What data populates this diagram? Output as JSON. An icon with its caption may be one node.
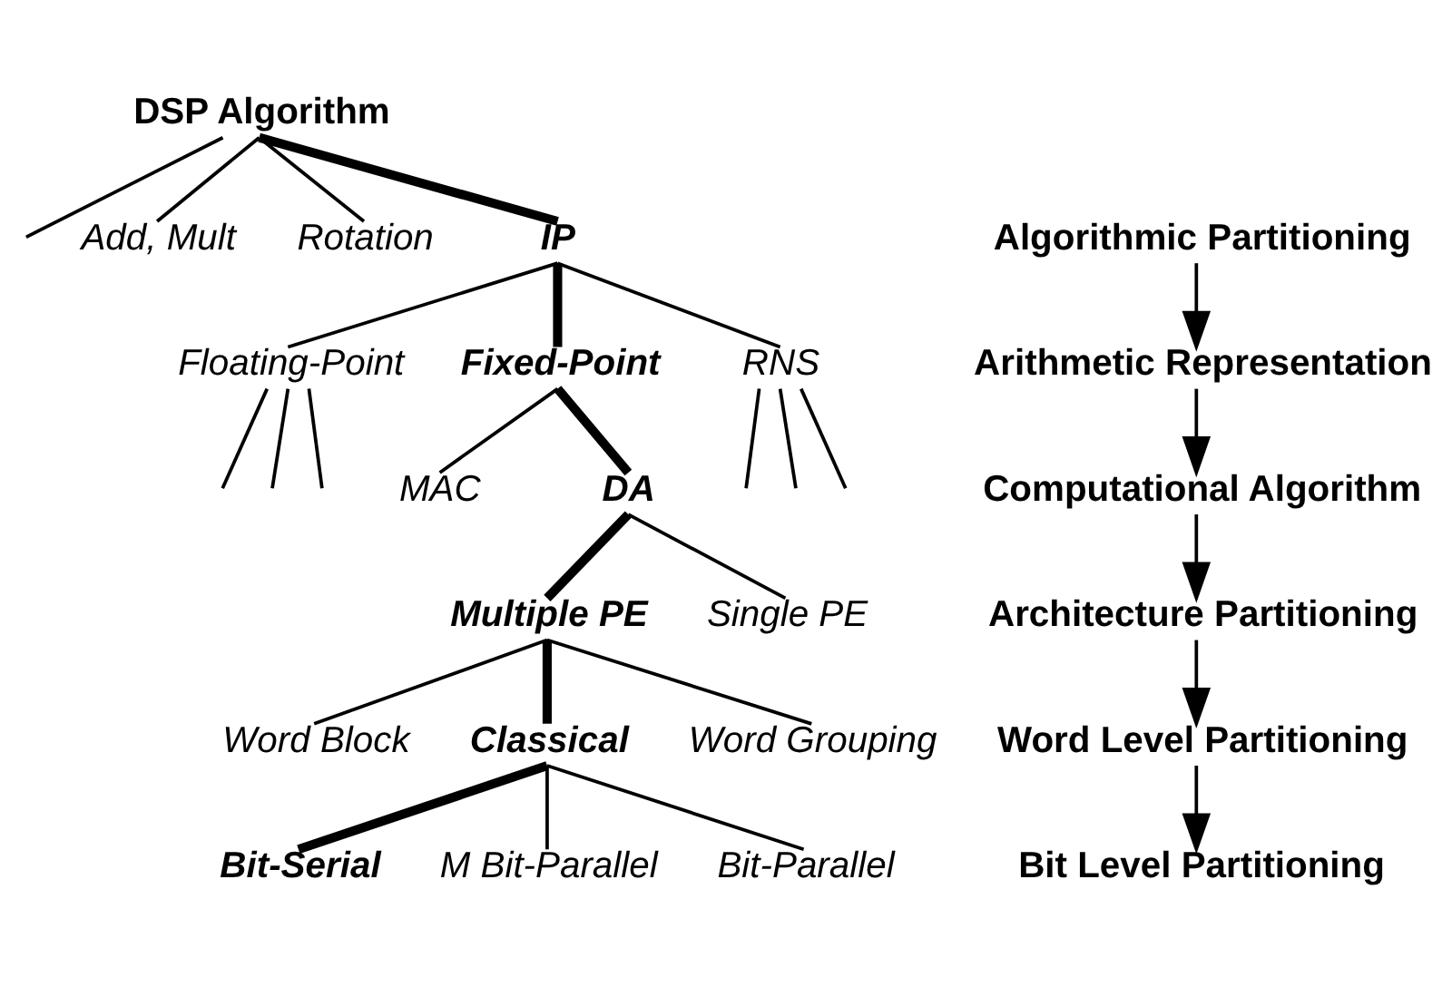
{
  "diagram": {
    "nodes": [
      {
        "text": [
          "DSP Algorithm"
        ]
      },
      {
        "text": [
          "Add, Mult"
        ]
      },
      {
        "text": [
          "Rotation"
        ]
      },
      {
        "text": [
          "IP"
        ]
      },
      {
        "text": [
          "Floating-Point"
        ]
      },
      {
        "text": [
          "Fixed-Point"
        ]
      },
      {
        "text": [
          "RNS"
        ]
      },
      {
        "text": [
          "MAC"
        ]
      },
      {
        "text": [
          "DA"
        ]
      },
      {
        "text": [
          "Multiple PE"
        ]
      },
      {
        "text": [
          "Single PE"
        ]
      },
      {
        "text": [
          "Word Block"
        ]
      },
      {
        "text": [
          "Classical"
        ]
      },
      {
        "text": [
          "Word Grouping"
        ]
      },
      {
        "text": [
          "Bit-Serial"
        ]
      },
      {
        "text": [
          "M Bit-Parallel"
        ]
      },
      {
        "text": [
          "Bit-Parallel"
        ]
      },
      {
        "text": [
          "Algorithmic Partitioning"
        ]
      },
      {
        "text": [
          "Arithmetic Representation"
        ]
      },
      {
        "text": [
          "Computational Algorithm"
        ]
      },
      {
        "text": [
          "Architecture Partitioning"
        ]
      },
      {
        "text": [
          "Word Level Partitioning"
        ]
      },
      {
        "text": [
          "Bit Level Partitioning"
        ]
      }
    ],
    "edges": [
      {
        "from": 0,
        "to": null,
        "arrow": "none"
      },
      {
        "from": 0,
        "to": 1,
        "arrow": "none"
      },
      {
        "from": 0,
        "to": 2,
        "arrow": "none"
      },
      {
        "from": 0,
        "to": 3,
        "arrow": "none",
        "style": "thick"
      },
      {
        "from": 3,
        "to": 4,
        "arrow": "none"
      },
      {
        "from": 3,
        "to": 5,
        "arrow": "none",
        "style": "thick"
      },
      {
        "from": 3,
        "to": 6,
        "arrow": "none"
      },
      {
        "from": 4,
        "to": null,
        "arrow": "none"
      },
      {
        "from": 4,
        "to": null,
        "arrow": "none"
      },
      {
        "from": 4,
        "to": null,
        "arrow": "none"
      },
      {
        "from": 5,
        "to": 7,
        "arrow": "none"
      },
      {
        "from": 5,
        "to": 8,
        "arrow": "none",
        "style": "thick"
      },
      {
        "from": 6,
        "to": null,
        "arrow": "none"
      },
      {
        "from": 6,
        "to": null,
        "arrow": "none"
      },
      {
        "from": 6,
        "to": null,
        "arrow": "none"
      },
      {
        "from": 8,
        "to": 9,
        "arrow": "none",
        "style": "thick"
      },
      {
        "from": 8,
        "to": 10,
        "arrow": "none"
      },
      {
        "from": 9,
        "to": 11,
        "arrow": "none"
      },
      {
        "from": 9,
        "to": 12,
        "arrow": "none",
        "style": "thick"
      },
      {
        "from": 9,
        "to": 13,
        "arrow": "none"
      },
      {
        "from": 12,
        "to": 14,
        "arrow": "none",
        "style": "thick"
      },
      {
        "from": 12,
        "to": 15,
        "arrow": "none"
      },
      {
        "from": 12,
        "to": 16,
        "arrow": "none"
      },
      {
        "from": 17,
        "to": 18,
        "arrow": "to"
      },
      {
        "from": 18,
        "to": 19,
        "arrow": "to"
      },
      {
        "from": 19,
        "to": 20,
        "arrow": "to"
      },
      {
        "from": 20,
        "to": 21,
        "arrow": "to"
      },
      {
        "from": 21,
        "to": 22,
        "arrow": "to"
      }
    ]
  }
}
